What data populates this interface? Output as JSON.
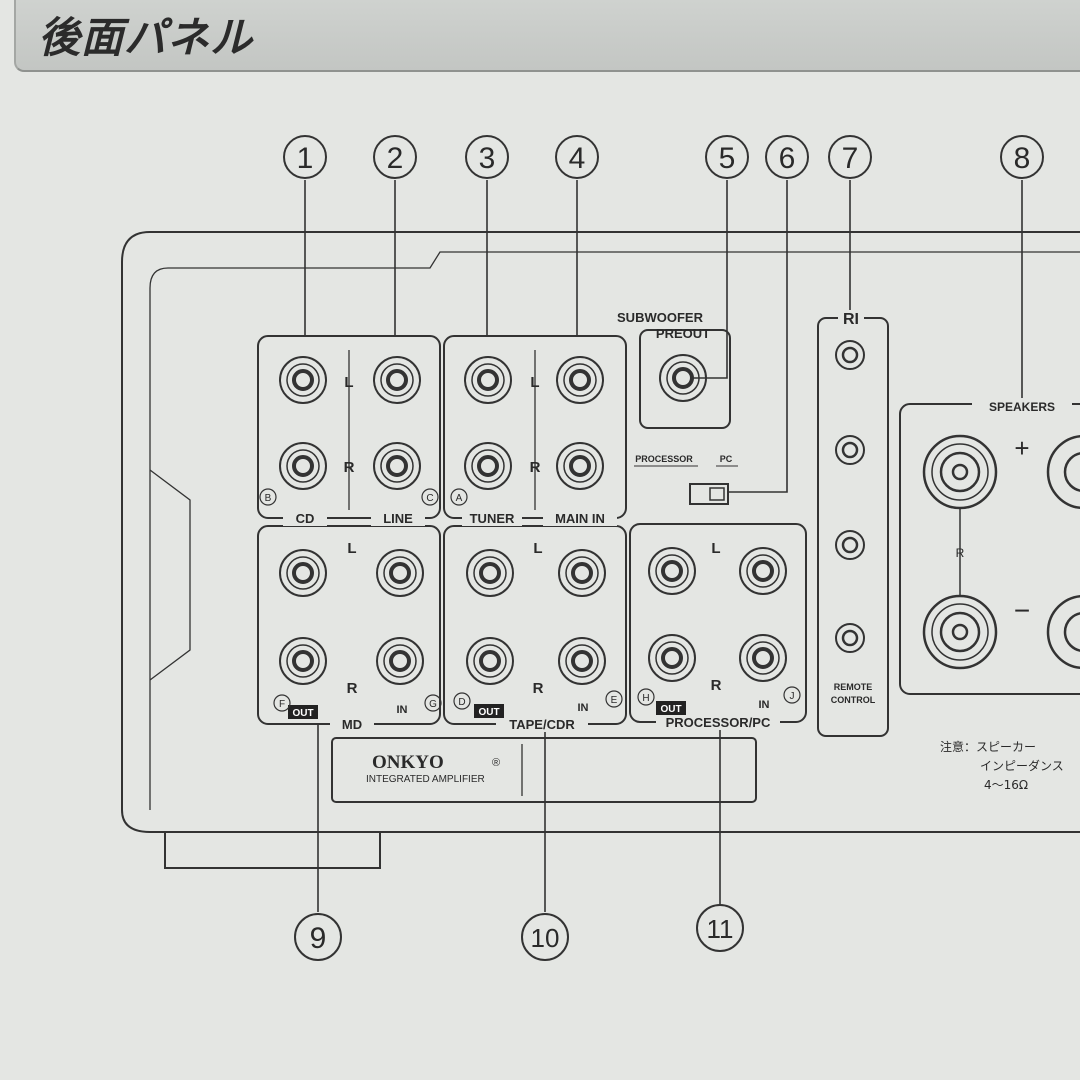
{
  "header": {
    "title": "後面パネル"
  },
  "callouts": [
    "1",
    "2",
    "3",
    "4",
    "5",
    "6",
    "7",
    "8",
    "9",
    "10",
    "11"
  ],
  "groups": {
    "cd": "CD",
    "line": "LINE",
    "tuner": "TUNER",
    "main_in": "MAIN IN",
    "md": "MD",
    "tape": "TAPE/CDR",
    "processor": "PROCESSOR/PC",
    "subwoofer_1": "SUBWOOFER",
    "subwoofer_2": "PREOUT",
    "switch_processor": "PROCESSOR",
    "switch_pc": "PC",
    "ri": "RI",
    "remote_1": "REMOTE",
    "remote_2": "CONTROL",
    "speakers": "SPEAKERS"
  },
  "channels": {
    "left": "L",
    "right": "R",
    "plus": "+",
    "minus": "−"
  },
  "tags": {
    "out": "OUT",
    "in": "IN"
  },
  "letters": {
    "a": "A",
    "b": "B",
    "c": "C",
    "d": "D",
    "e": "E",
    "f": "F",
    "g": "G",
    "h": "H",
    "j": "J"
  },
  "brand": {
    "name": "ONKYO",
    "registered": "®",
    "model": "INTEGRATED AMPLIFIER"
  },
  "note": {
    "line1": "注意：スピーカー",
    "line2": "インピーダンス",
    "line3": "4〜16Ω"
  }
}
